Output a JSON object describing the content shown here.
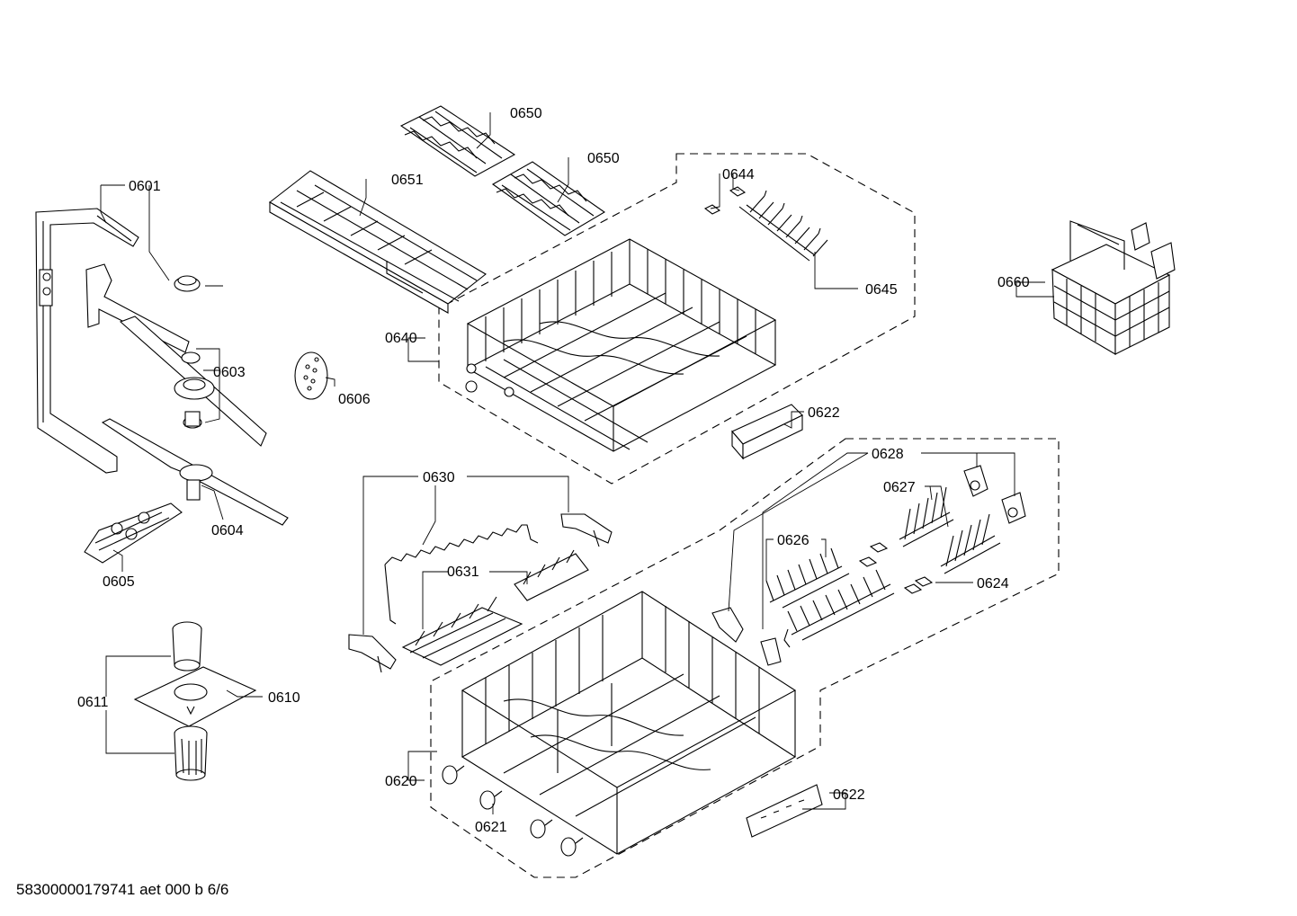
{
  "labels": {
    "p0650a": "0650",
    "p0650b": "0650",
    "p0651": "0651",
    "p0644": "0644",
    "p0645": "0645",
    "p0601": "0601",
    "p0603": "0603",
    "p0606": "0606",
    "p0604": "0604",
    "p0605": "0605",
    "p0640": "0640",
    "p0660": "0660",
    "p0622a": "0622",
    "p0628": "0628",
    "p0627": "0627",
    "p0630": "0630",
    "p0626": "0626",
    "p0631": "0631",
    "p0624": "0624",
    "p0611": "0611",
    "p0610": "0610",
    "p0620": "0620",
    "p0621": "0621",
    "p0622b": "0622"
  },
  "footer": "58300000179741 aet 000 b 6/6"
}
